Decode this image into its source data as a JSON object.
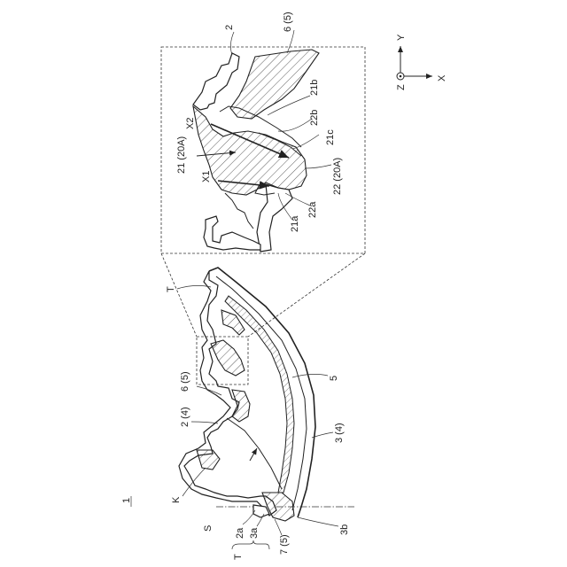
{
  "labels": {
    "fig_one": "1",
    "T_top": "T",
    "L6_5_left": "6 (5)",
    "L2_4": "2 (4)",
    "L5": "5",
    "L3_4": "3 (4)",
    "K": "K",
    "S": "S",
    "L2a": "2a",
    "L3a": "3a",
    "L7_5": "7 (5)",
    "L3b": "3b",
    "T_bottom": "T",
    "inset_2": "2",
    "inset_6_5": "6 (5)",
    "L21b": "21b",
    "X2": "X2",
    "L22b": "22b",
    "L21_20A": "21 (20A)",
    "L21c": "21c",
    "X1": "X1",
    "L22_20A": "22 (20A)",
    "L22a": "22a",
    "L21a": "21a",
    "axis_Y": "Y",
    "axis_Z": "Z",
    "axis_X": "X"
  }
}
